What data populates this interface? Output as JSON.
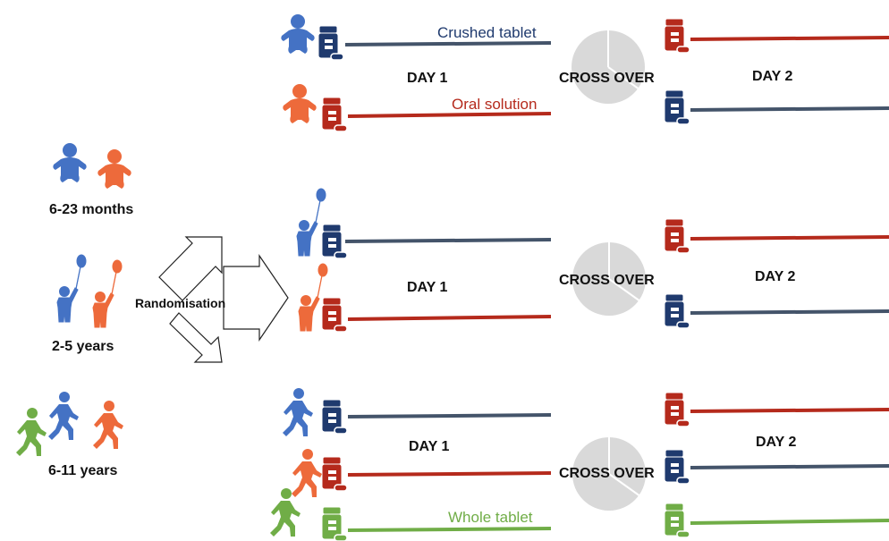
{
  "colors": {
    "blue": "#4472c4",
    "navy": "#1f3a6e",
    "orange": "#ed6a3b",
    "red": "#b52a1c",
    "green": "#70ad47",
    "slate": "#44546a",
    "grey": "#d9d9d9"
  },
  "age_groups": [
    "6-23 months",
    "2-5 years",
    "6-11 years"
  ],
  "randomisation": "Randomisation",
  "formulations": {
    "crushed": "Crushed tablet",
    "oral": "Oral solution",
    "whole": "Whole tablet"
  },
  "day1": "DAY 1",
  "day2": "DAY 2",
  "cross_over": "CROSS OVER",
  "icons": [
    "infant-icon",
    "child-balloon-icon",
    "child-walking-icon",
    "medicine-bottle-icon",
    "arrow-cycle-icon",
    "pie-icon"
  ]
}
